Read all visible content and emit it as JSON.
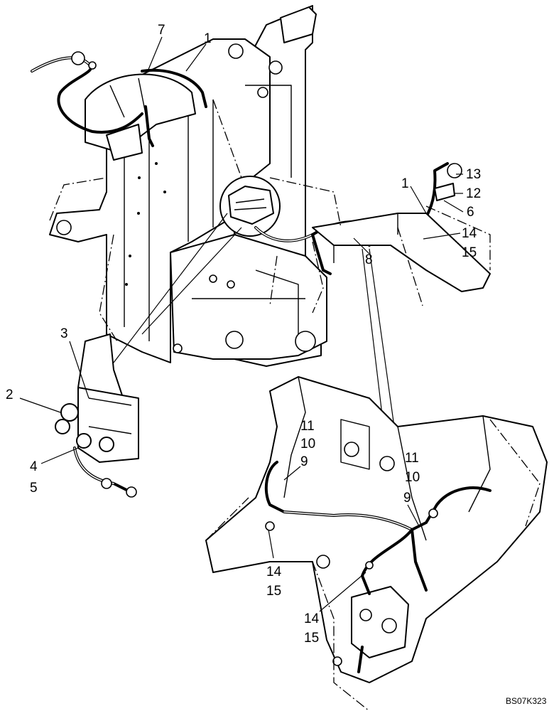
{
  "callouts": {
    "c7": "7",
    "c1_top": "1",
    "c3": "3",
    "c2": "2",
    "c4": "4",
    "c5": "5",
    "c13": "13",
    "c12": "12",
    "c1_right": "1",
    "c6": "6",
    "c14_right": "14",
    "c15_right": "15",
    "c8": "8",
    "c11_left": "11",
    "c10_left": "10",
    "c9_left": "9",
    "c11_right": "11",
    "c10_right": "10",
    "c9_right": "9",
    "c14_low_left": "14",
    "c15_low_left": "15",
    "c14_low_mid": "14",
    "c15_low_mid": "15"
  },
  "drawing_code": "BS07K323"
}
